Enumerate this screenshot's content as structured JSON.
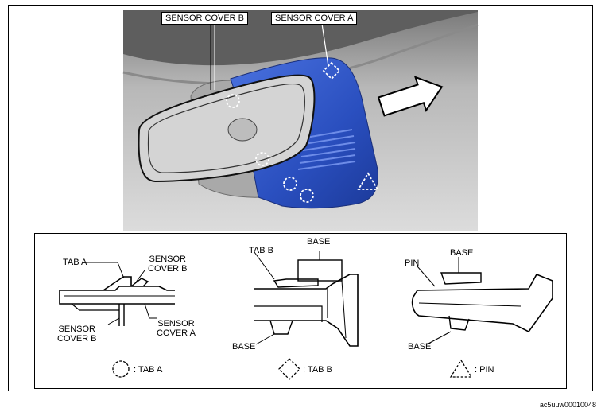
{
  "photo": {
    "callouts": {
      "sensor_cover_b": "SENSOR COVER B",
      "sensor_cover_a": "SENSOR COVER A"
    }
  },
  "detail_left": {
    "tab_a": "TAB A",
    "sensor_cover_b_top": "SENSOR\nCOVER B",
    "sensor_cover_a": "SENSOR\nCOVER A",
    "sensor_cover_b_bottom": "SENSOR\nCOVER B"
  },
  "detail_middle": {
    "tab_b": "TAB B",
    "base_top": "BASE",
    "base_bottom": "BASE"
  },
  "detail_right": {
    "pin": "PIN",
    "base_top": "BASE",
    "base_bottom": "BASE"
  },
  "legend": {
    "tab_a": ": TAB A",
    "tab_b": ": TAB B",
    "pin": ": PIN"
  },
  "figure_id": "ac5uuw00010048",
  "colors": {
    "cover_a": "#2f55c8",
    "photo_bg": "#cfcfcf"
  }
}
